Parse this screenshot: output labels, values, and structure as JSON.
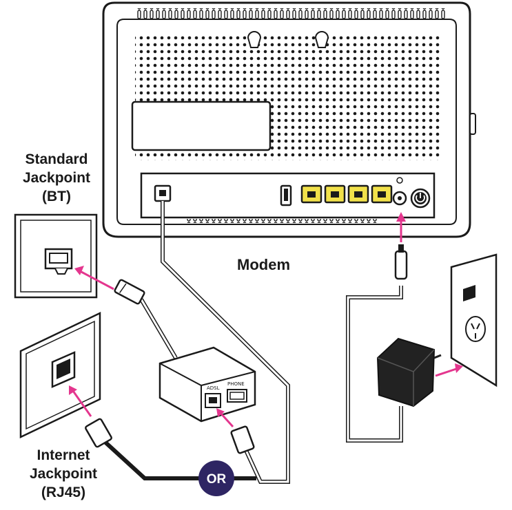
{
  "labels": {
    "standard_jackpoint": "Standard Jackpoint (BT)",
    "standard_jackpoint_lines": [
      "Standard",
      "Jackpoint",
      "(BT)"
    ],
    "internet_jackpoint_lines": [
      "Internet",
      "Jackpoint",
      "(RJ45)"
    ],
    "modem": "Modem",
    "or": "OR",
    "splitter_port_left": "ADSL",
    "splitter_port_right": "PHONE"
  },
  "colors": {
    "outline": "#1a1a1a",
    "arrow": "#e4368e",
    "badge": "#2e2563",
    "lan_port": "#f1e14a",
    "device_fill": "#ffffff",
    "adapter": "#222222"
  },
  "icons": {
    "power": "power-icon",
    "usb": "usb-port-icon",
    "arrow": "pink-arrow-icon"
  }
}
